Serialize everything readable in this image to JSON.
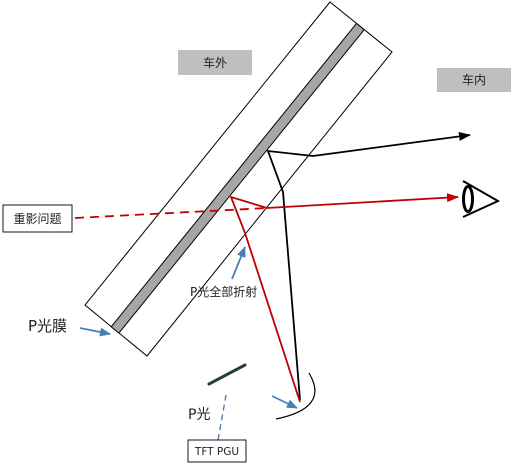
{
  "labels": {
    "outside": "车外",
    "inside": "车内",
    "ghost_problem": "重影问题",
    "p_film": "P光膜",
    "p_full_refraction": "P光全部折射",
    "p_light": "P光",
    "pgu": "TFT PGU"
  },
  "colors": {
    "image_ray": "#000000",
    "ghost_ray": "#c00000",
    "annotation": "#4a7ebb",
    "film": "#a6a6a6",
    "label_box": "#bfbfbf"
  },
  "icons": {
    "viewer": "eye-icon"
  }
}
